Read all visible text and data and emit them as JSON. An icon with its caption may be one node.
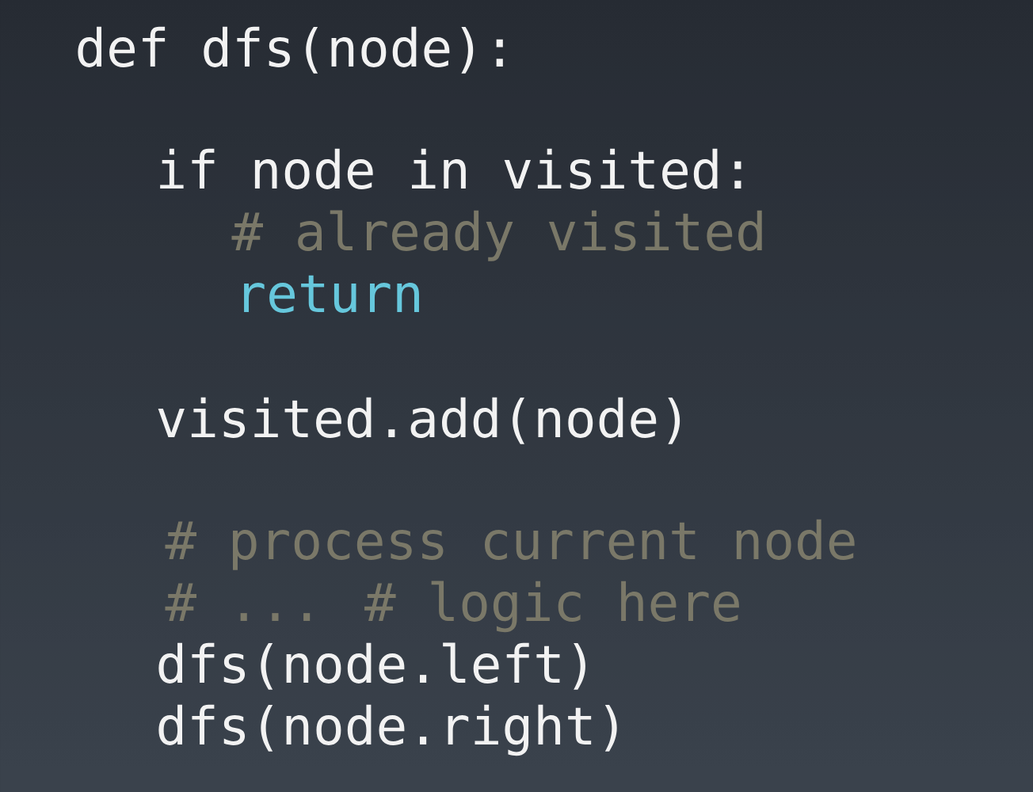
{
  "diagram": {
    "labels": [
      "def dfs(node):",
      "if node in visited:",
      "# already visited",
      "return",
      "visited.add(node)",
      "# process current node",
      "# ... # logic here",
      "dfs(node.left)",
      "dfs(node.right)"
    ]
  }
}
